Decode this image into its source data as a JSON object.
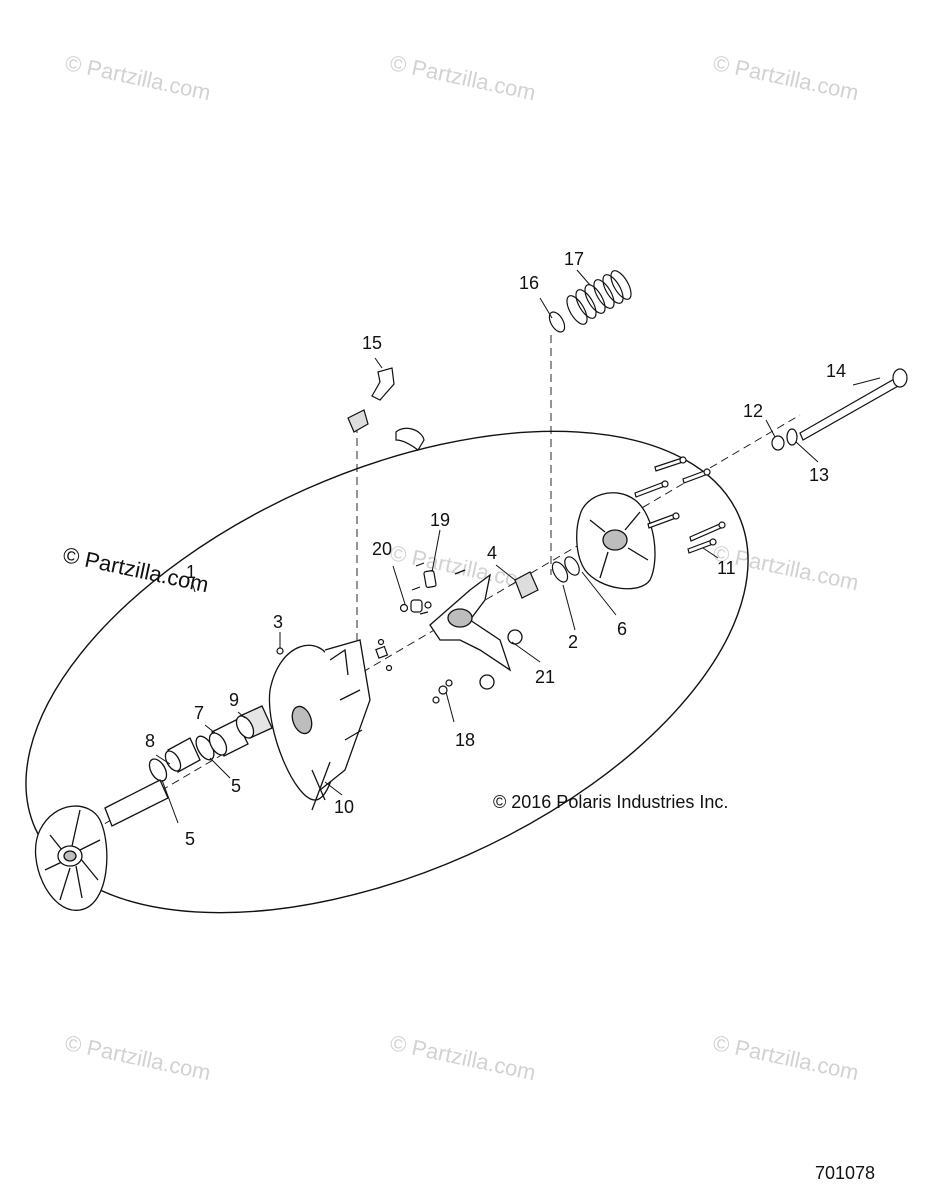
{
  "watermarks": {
    "text": "© Partzilla.com",
    "faded_count": 8,
    "dark_text": "© Partzilla.com"
  },
  "callouts": {
    "c1": "1",
    "c2": "2",
    "c3": "3",
    "c4": "4",
    "c5a": "5",
    "c5b": "5",
    "c6": "6",
    "c7": "7",
    "c8": "8",
    "c9": "9",
    "c10": "10",
    "c11": "11",
    "c12": "12",
    "c13": "13",
    "c14": "14",
    "c15": "15",
    "c16": "16",
    "c17": "17",
    "c18": "18",
    "c19": "19",
    "c20": "20",
    "c21": "21"
  },
  "copyright": "© 2016 Polaris Industries Inc.",
  "drawing_number": "701078",
  "colors": {
    "line": "#111111",
    "part_fill": "#ffffff",
    "shade": "#bdbdbd",
    "watermark": "#d2d2d2"
  }
}
